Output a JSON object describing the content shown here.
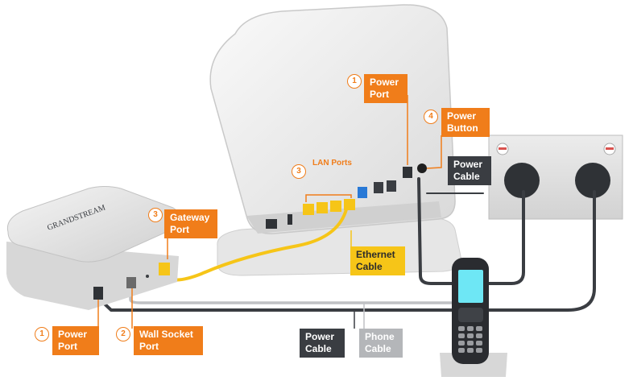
{
  "base_station": {
    "brand": "GRANDSTREAM"
  },
  "callouts": {
    "router_power_port": {
      "number": "1",
      "text": "Power\nPort"
    },
    "router_power_button": {
      "number": "4",
      "text": "Power\nButton"
    },
    "router_lan_ports": {
      "number": "3",
      "text": "LAN Ports"
    },
    "gateway_port": {
      "number": "3",
      "text": "Gateway\nPort"
    },
    "base_power_port": {
      "number": "1",
      "text": "Power\nPort"
    },
    "wall_socket_port": {
      "number": "2",
      "text": "Wall Socket\nPort"
    }
  },
  "cables": {
    "power_cable_top": "Power\nCable",
    "ethernet_cable": "Ethernet\nCable",
    "power_cable_bottom": "Power\nCable",
    "phone_cable": "Phone\nCable"
  },
  "colors": {
    "accent_orange": "#f07d1a",
    "cable_dark": "#3a3d42",
    "cable_grey": "#b4b6b9",
    "ethernet_yellow": "#f6c518"
  }
}
